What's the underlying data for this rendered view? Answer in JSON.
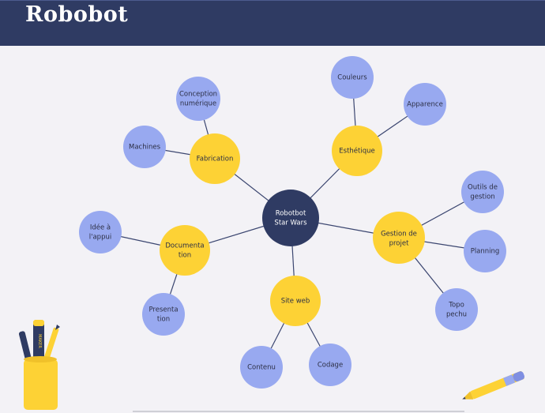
{
  "header": {
    "title": "Robobot"
  },
  "colors": {
    "header": "#2f3b63",
    "center": "#2f3b63",
    "branch": "#fdd235",
    "leaf": "#98a9f0",
    "line": "#3b4670"
  },
  "mindmap": {
    "center": [
      "Robotbot",
      "Star Wars"
    ],
    "branches": {
      "fabrication": [
        "Fabrication"
      ],
      "esthetique": [
        "Esthétique"
      ],
      "gestion": [
        "Gestion de",
        "projet"
      ],
      "siteweb": [
        "Site web"
      ],
      "documentation": [
        "Documenta",
        "tion"
      ]
    },
    "leaves": {
      "conception": [
        "Conception",
        "numérique"
      ],
      "machines": [
        "Machines"
      ],
      "couleurs": [
        "Couleurs"
      ],
      "apparence": [
        "Apparence"
      ],
      "outils": [
        "Outils de",
        "gestion"
      ],
      "planning": [
        "Planning"
      ],
      "topo": [
        "Topo",
        "pechu"
      ],
      "contenu": [
        "Contenu"
      ],
      "codage": [
        "Codage"
      ],
      "idee": [
        "Idée à",
        "l'appui"
      ],
      "presentation": [
        "Presenta",
        "tion"
      ]
    }
  },
  "decorations": {
    "pen_cup": "pen-cup-icon",
    "pencil": "pencil-icon",
    "cup_marker_text": "MAKER"
  }
}
